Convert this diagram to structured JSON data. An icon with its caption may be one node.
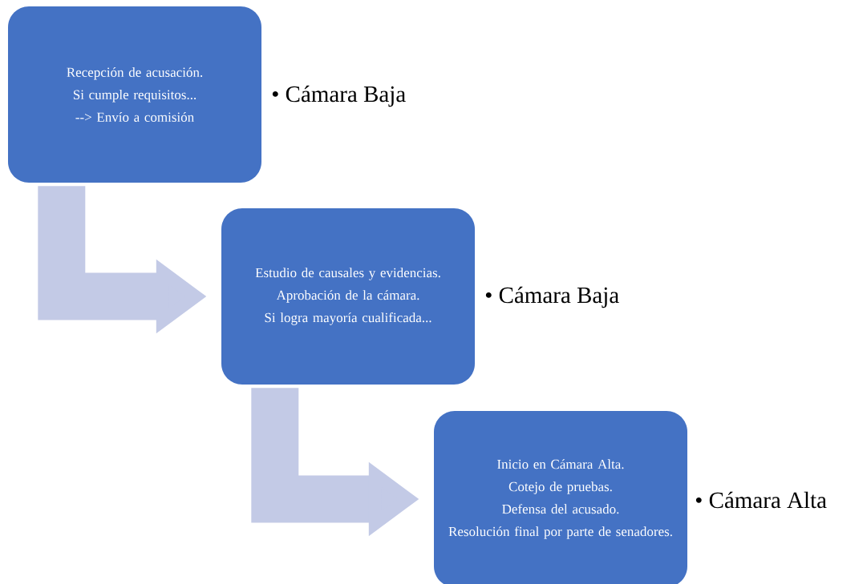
{
  "diagram": {
    "nodes": [
      {
        "text": [
          "Recepción de acusación.",
          "Si cumple requisitos...",
          "--> Envío a comisión"
        ],
        "beside": [
          "• Cámara Baja"
        ]
      },
      {
        "text": [
          "Estudio de causales y evidencias.",
          "Aprobación de la cámara.",
          "Si logra mayoría cualificada..."
        ],
        "beside": [
          "• Cámara Baja"
        ]
      },
      {
        "text": [
          "Inicio en Cámara Alta.",
          "Cotejo de pruebas.",
          "Defensa del acusado.",
          "Resolución final por parte de senadores."
        ],
        "beside": [
          "• Cámara Alta"
        ]
      }
    ],
    "edges": [
      {
        "from": 0,
        "to": 1,
        "arrow": "to"
      },
      {
        "from": 1,
        "to": 2,
        "arrow": "to"
      }
    ]
  }
}
